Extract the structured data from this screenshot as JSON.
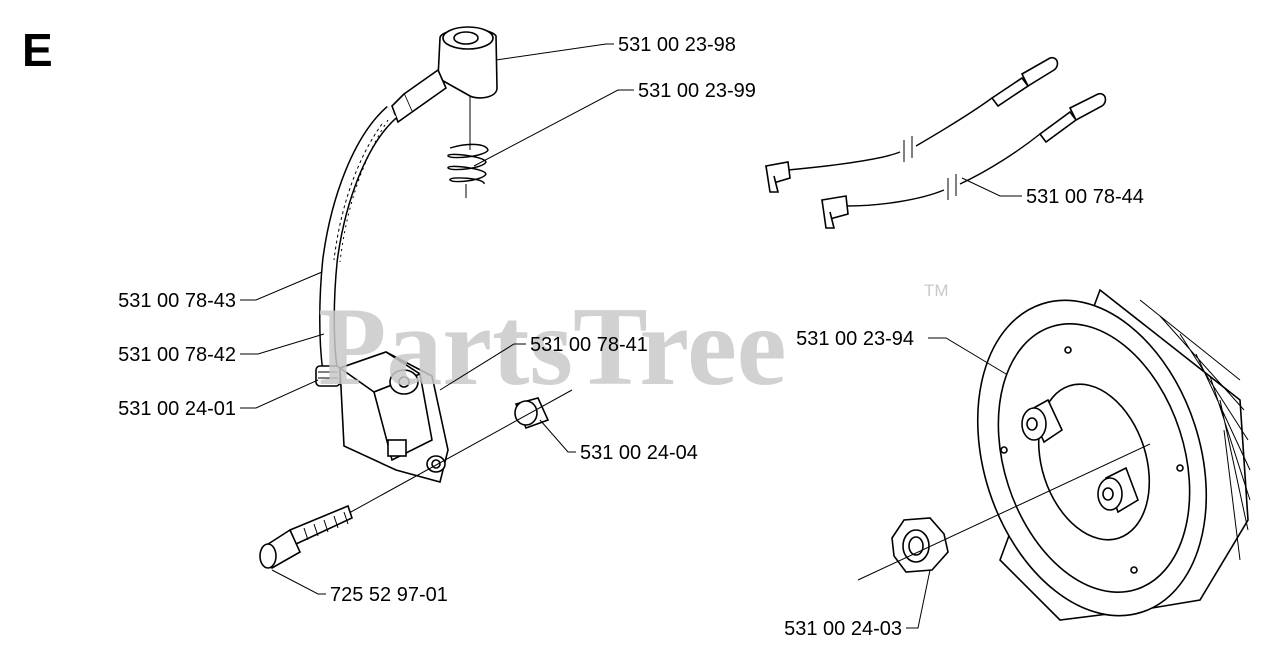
{
  "section_letter": "E",
  "watermark": {
    "text": "PartsTree",
    "trademark": "TM"
  },
  "parts": [
    {
      "id": "spark-plug-cap",
      "label": "531 00 23-98"
    },
    {
      "id": "spring",
      "label": "531 00 23-99"
    },
    {
      "id": "ignition-leads",
      "label": "531 00 78-44"
    },
    {
      "id": "hose",
      "label": "531 00 78-43"
    },
    {
      "id": "ignition-cable",
      "label": "531 00 78-42"
    },
    {
      "id": "cable-clip",
      "label": "531 00 24-01"
    },
    {
      "id": "ignition-module",
      "label": "531 00 78-41"
    },
    {
      "id": "spacer",
      "label": "531 00 24-04"
    },
    {
      "id": "flywheel",
      "label": "531 00 23-94"
    },
    {
      "id": "screw",
      "label": "725 52 97-01"
    },
    {
      "id": "nut",
      "label": "531 00 24-03"
    }
  ]
}
